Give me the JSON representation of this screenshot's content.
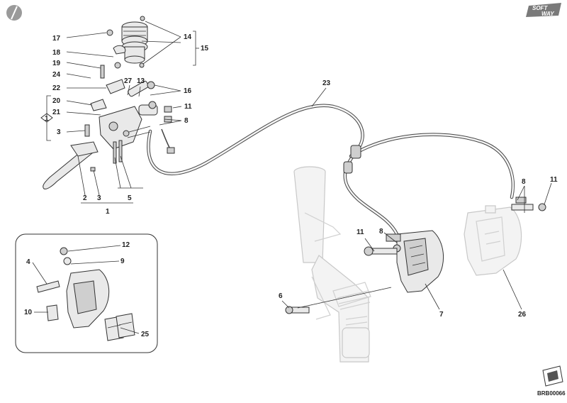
{
  "logo": {
    "line1": "SOFT",
    "line2": "WAY"
  },
  "drawing_code": "BRB00066",
  "part_labels": {
    "p1": "1",
    "p2": "2",
    "p3a": "3",
    "p3b": "3",
    "p4": "4",
    "p5": "5",
    "p6": "6",
    "p7": "7",
    "p8a": "8",
    "p8b": "8",
    "p8c": "8",
    "p9": "9",
    "p10": "10",
    "p11a": "11",
    "p11b": "11",
    "p11c": "11",
    "p12": "12",
    "p13": "13",
    "p14": "14",
    "p15": "15",
    "p16": "16",
    "p17": "17",
    "p18": "18",
    "p19": "19",
    "p20": "20",
    "p21": "21",
    "p22": "22",
    "p23": "23",
    "p24": "24",
    "p25": "25",
    "p26": "26",
    "p27": "27",
    "ref1": "1"
  }
}
